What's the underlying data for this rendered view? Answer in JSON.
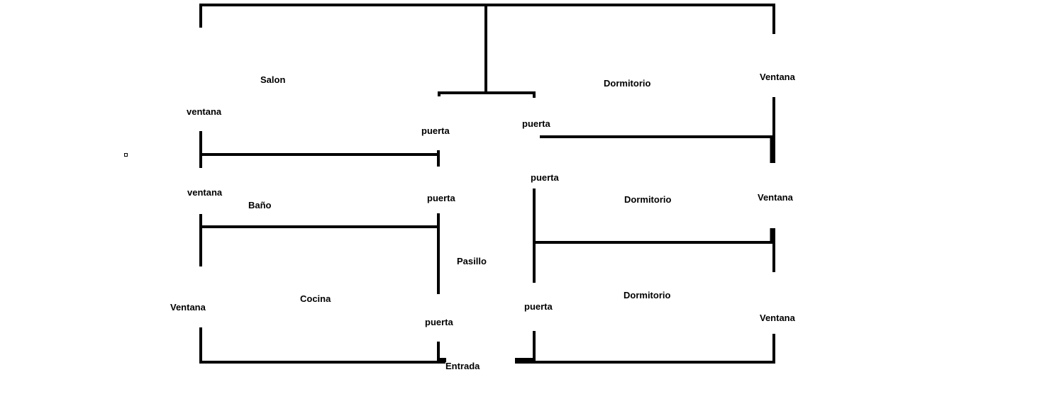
{
  "colors": {
    "wall": "#000000",
    "background": "#ffffff"
  },
  "rooms": {
    "salon": "Salon",
    "dormitorio_1": "Dormitorio",
    "dormitorio_2": "Dormitorio",
    "dormitorio_3": "Dormitorio",
    "bano": "Baño",
    "cocina": "Cocina",
    "pasillo": "Pasillo",
    "entrada": "Entrada"
  },
  "windows": {
    "salon_ventana": "ventana",
    "bano_ventana": "ventana",
    "cocina_ventana": "Ventana",
    "dormitorio_1_ventana": "Ventana",
    "dormitorio_2_ventana": "Ventana",
    "dormitorio_3_ventana": "Ventana"
  },
  "doors": {
    "salon_puerta": "puerta",
    "dormitorio_1_puerta": "puerta",
    "bano_puerta": "puerta",
    "dormitorio_2_puerta": "puerta",
    "cocina_puerta": "puerta",
    "dormitorio_3_puerta": "puerta"
  }
}
